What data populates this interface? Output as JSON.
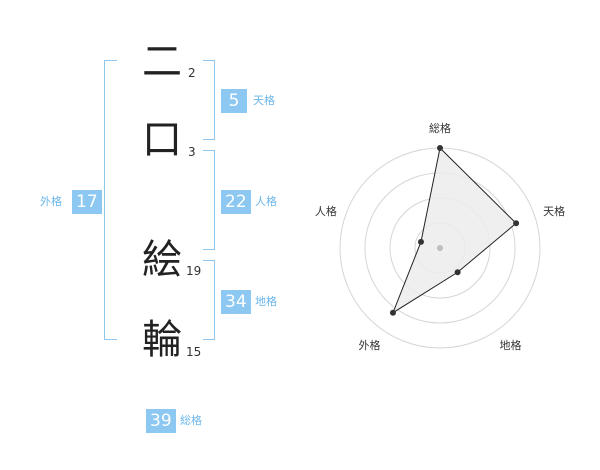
{
  "name": {
    "chars": [
      {
        "char": "二",
        "strokes": "2"
      },
      {
        "char": "口",
        "strokes": "3"
      },
      {
        "char": "絵",
        "strokes": "19"
      },
      {
        "char": "輪",
        "strokes": "15"
      }
    ]
  },
  "kaku": {
    "tenkaku": {
      "value": "5",
      "label": "天格"
    },
    "jinkaku": {
      "value": "22",
      "label": "人格"
    },
    "chikaku": {
      "value": "34",
      "label": "地格"
    },
    "gaikaku": {
      "value": "17",
      "label": "外格"
    },
    "soukaku": {
      "value": "39",
      "label": "総格"
    }
  },
  "colors": {
    "accent": "#8cc8f2",
    "bracket": "#8fc8ee",
    "label": "#6ab6ea",
    "radar_fill": "#ececec"
  },
  "chart_data": {
    "type": "radar",
    "axes": [
      "総格",
      "天格",
      "地格",
      "外格",
      "人格"
    ],
    "values": [
      5,
      4,
      1.5,
      4,
      1
    ],
    "rmax": 5,
    "rings": 4
  }
}
